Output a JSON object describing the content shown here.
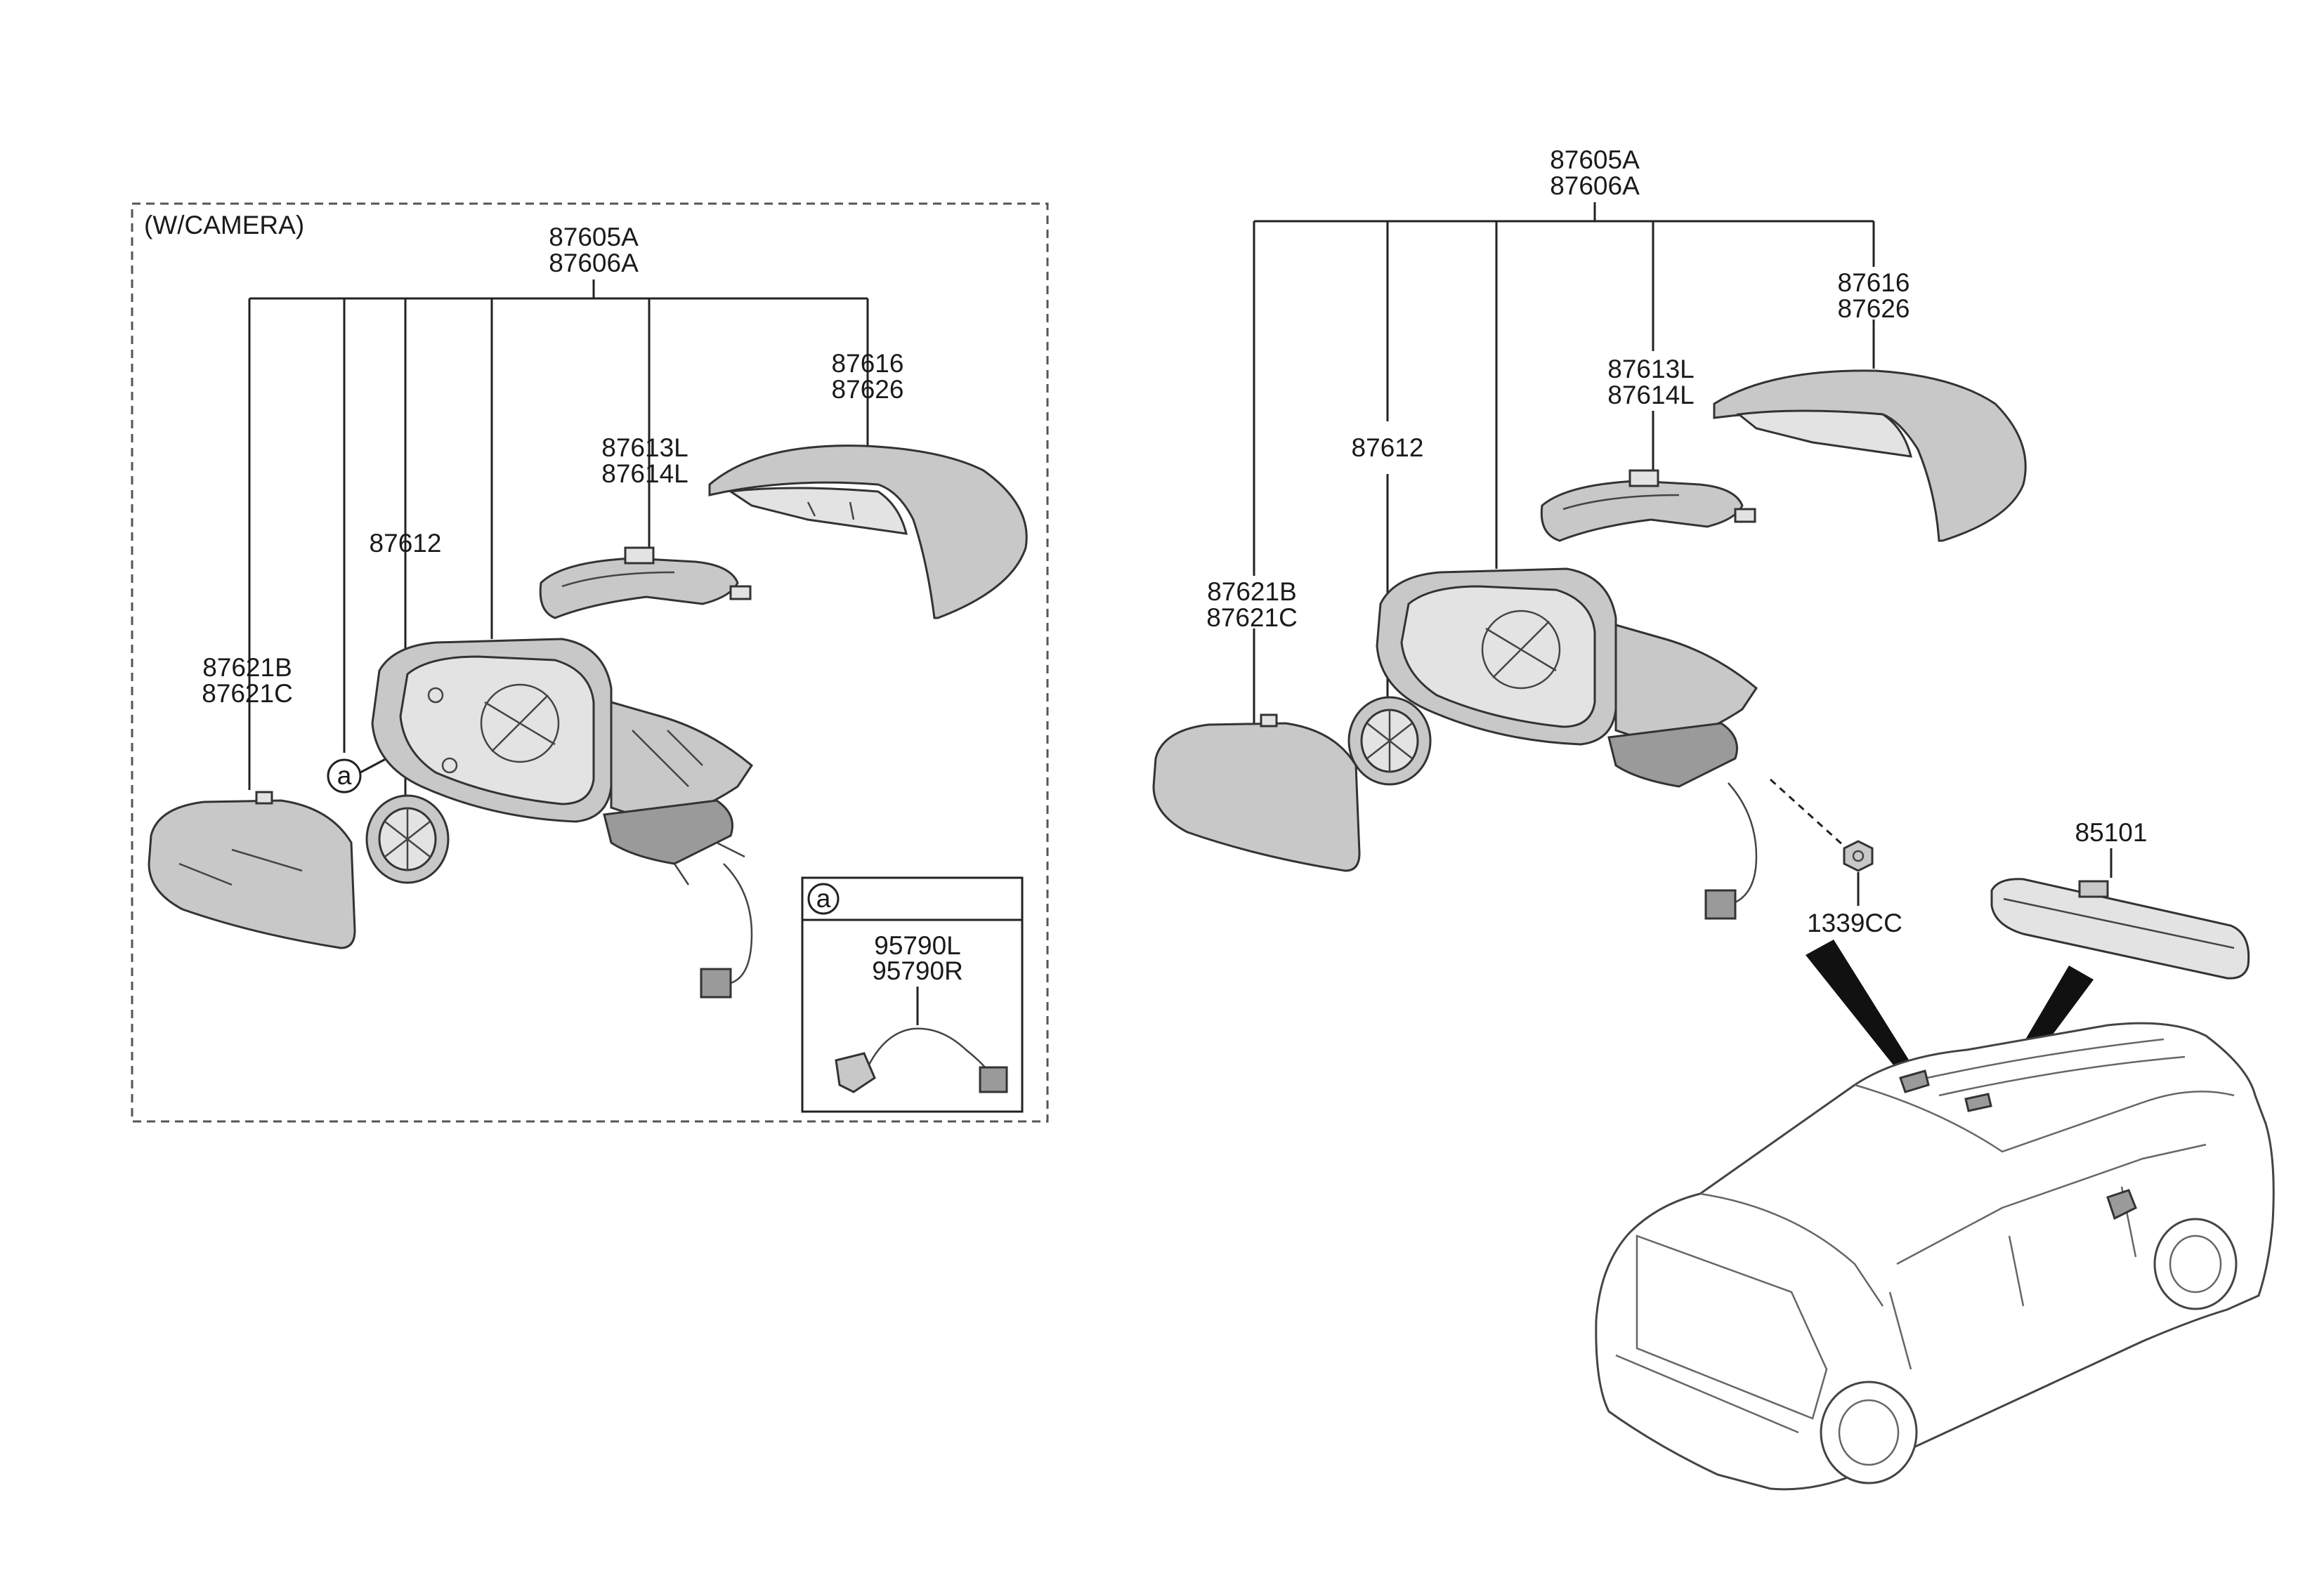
{
  "left_group": {
    "box_title": "(W/CAMERA)",
    "assembly_l": "87605A",
    "assembly_r": "87606A",
    "cover_l": "87616",
    "cover_r": "87626",
    "lamp_l": "87613L",
    "lamp_r": "87614L",
    "actuator": "87612",
    "glass_l": "87621B",
    "glass_r": "87621C",
    "callout": "a",
    "inset": {
      "callout": "a",
      "camera_l": "95790L",
      "camera_r": "95790R"
    }
  },
  "right_group": {
    "assembly_l": "87605A",
    "assembly_r": "87606A",
    "cover_l": "87616",
    "cover_r": "87626",
    "lamp_l": "87613L",
    "lamp_r": "87614L",
    "actuator": "87612",
    "glass_l": "87621B",
    "glass_r": "87621C",
    "nut": "1339CC",
    "inside_mirror": "85101"
  }
}
